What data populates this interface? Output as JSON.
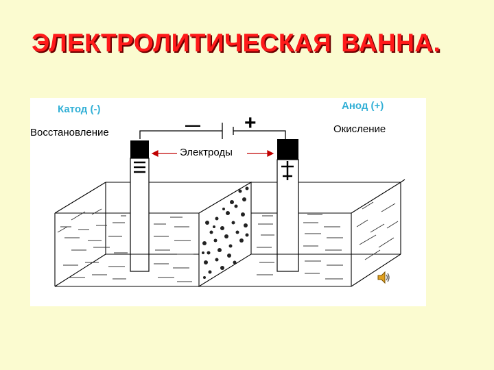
{
  "title": {
    "part1": "ЭЛЕКТРОЛИТИЧЕСКАЯ",
    "part2": "ВАННА."
  },
  "diagram": {
    "cathode_label": "Катод (-)",
    "anode_label": "Анод (+)",
    "reduction_label": "Восстановление",
    "oxidation_label": "Окисление",
    "electrodes_label": "Электроды",
    "minus_sign": "—",
    "plus_sign": "+"
  },
  "icons": {
    "speaker": "speaker-icon"
  },
  "colors": {
    "title": "#ff1a1a",
    "electrode_label": "#33b0d6",
    "background": "#fbfbd0"
  }
}
